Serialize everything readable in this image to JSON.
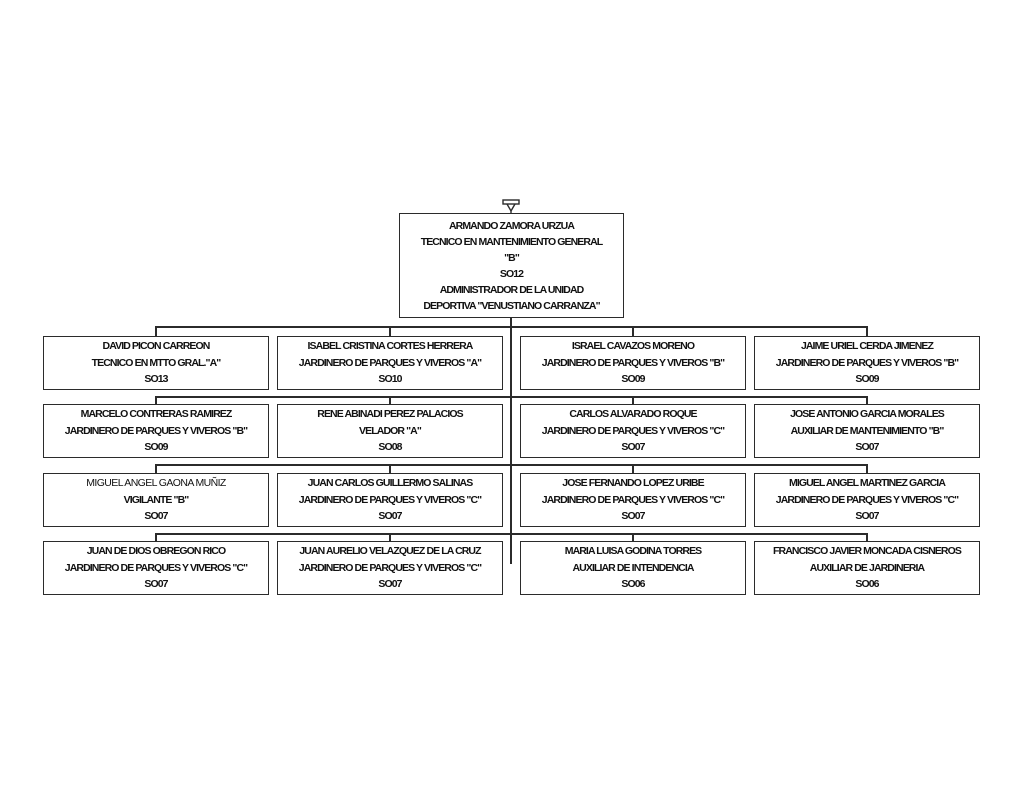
{
  "org_chart": {
    "root": {
      "name": "ARMANDO ZAMORA URZUA",
      "position_line1": "TECNICO EN MANTENIMIENTO GENERAL",
      "position_line2": "\"B\"",
      "level": "SO12",
      "role_line1": "ADMINISTRADOR DE LA UNIDAD",
      "role_line2": "DEPORTIVA \"VENUSTIANO CARRANZA\""
    },
    "staff": [
      {
        "name": "DAVID PICON CARREON",
        "position": "TECNICO EN MTTO GRAL.\"A\"",
        "level": "SO13"
      },
      {
        "name": "ISABEL CRISTINA CORTES HERRERA",
        "position": "JARDINERO DE PARQUES Y VIVEROS \"A\"",
        "level": "SO10"
      },
      {
        "name": "ISRAEL CAVAZOS MORENO",
        "position": "JARDINERO DE PARQUES Y VIVEROS \"B\"",
        "level": "SO09"
      },
      {
        "name": "JAIME URIEL CERDA JIMENEZ",
        "position": "JARDINERO DE PARQUES Y VIVEROS \"B\"",
        "level": "SO09"
      },
      {
        "name": "MARCELO CONTRERAS RAMIREZ",
        "position": "JARDINERO DE PARQUES Y VIVEROS \"B\"",
        "level": "SO09"
      },
      {
        "name": "RENE ABINADI PEREZ PALACIOS",
        "position": "VELADOR \"A\"",
        "level": "SO08"
      },
      {
        "name": "CARLOS ALVARADO ROQUE",
        "position": "JARDINERO DE PARQUES Y VIVEROS \"C\"",
        "level": "SO07"
      },
      {
        "name": "JOSE ANTONIO GARCIA MORALES",
        "position": "AUXILIAR DE MANTENIMIENTO \"B\"",
        "level": "SO07"
      },
      {
        "name": "MIGUEL ANGEL GAONA MUÑIZ",
        "position": "VIGILANTE \"B\"",
        "level": "SO07"
      },
      {
        "name": "JUAN CARLOS GUILLERMO SALINAS",
        "position": "JARDINERO DE PARQUES Y VIVEROS \"C\"",
        "level": "SO07"
      },
      {
        "name": "JOSE FERNANDO LOPEZ URIBE",
        "position": "JARDINERO DE PARQUES Y VIVEROS \"C\"",
        "level": "SO07"
      },
      {
        "name": "MIGUEL ANGEL MARTINEZ GARCIA",
        "position": "JARDINERO DE PARQUES Y VIVEROS \"C\"",
        "level": "SO07"
      },
      {
        "name": "JUAN DE DIOS OBREGON RICO",
        "position": "JARDINERO DE PARQUES Y VIVEROS \"C\"",
        "level": "SO07"
      },
      {
        "name": "JUAN AURELIO VELAZQUEZ DE LA CRUZ",
        "position": "JARDINERO DE PARQUES Y VIVEROS \"C\"",
        "level": "SO07"
      },
      {
        "name": "MARIA LUISA GODINA TORRES",
        "position": "AUXILIAR DE INTENDENCIA",
        "level": "SO06"
      },
      {
        "name": "FRANCISCO JAVIER MONCADA CISNEROS",
        "position": "AUXILIAR DE JARDINERIA",
        "level": "SO06"
      }
    ]
  },
  "icons": {
    "root_marker": "org-root-marker-icon"
  },
  "colors": {
    "line": "#2b2b2b",
    "text": "#111111",
    "background": "#ffffff"
  }
}
